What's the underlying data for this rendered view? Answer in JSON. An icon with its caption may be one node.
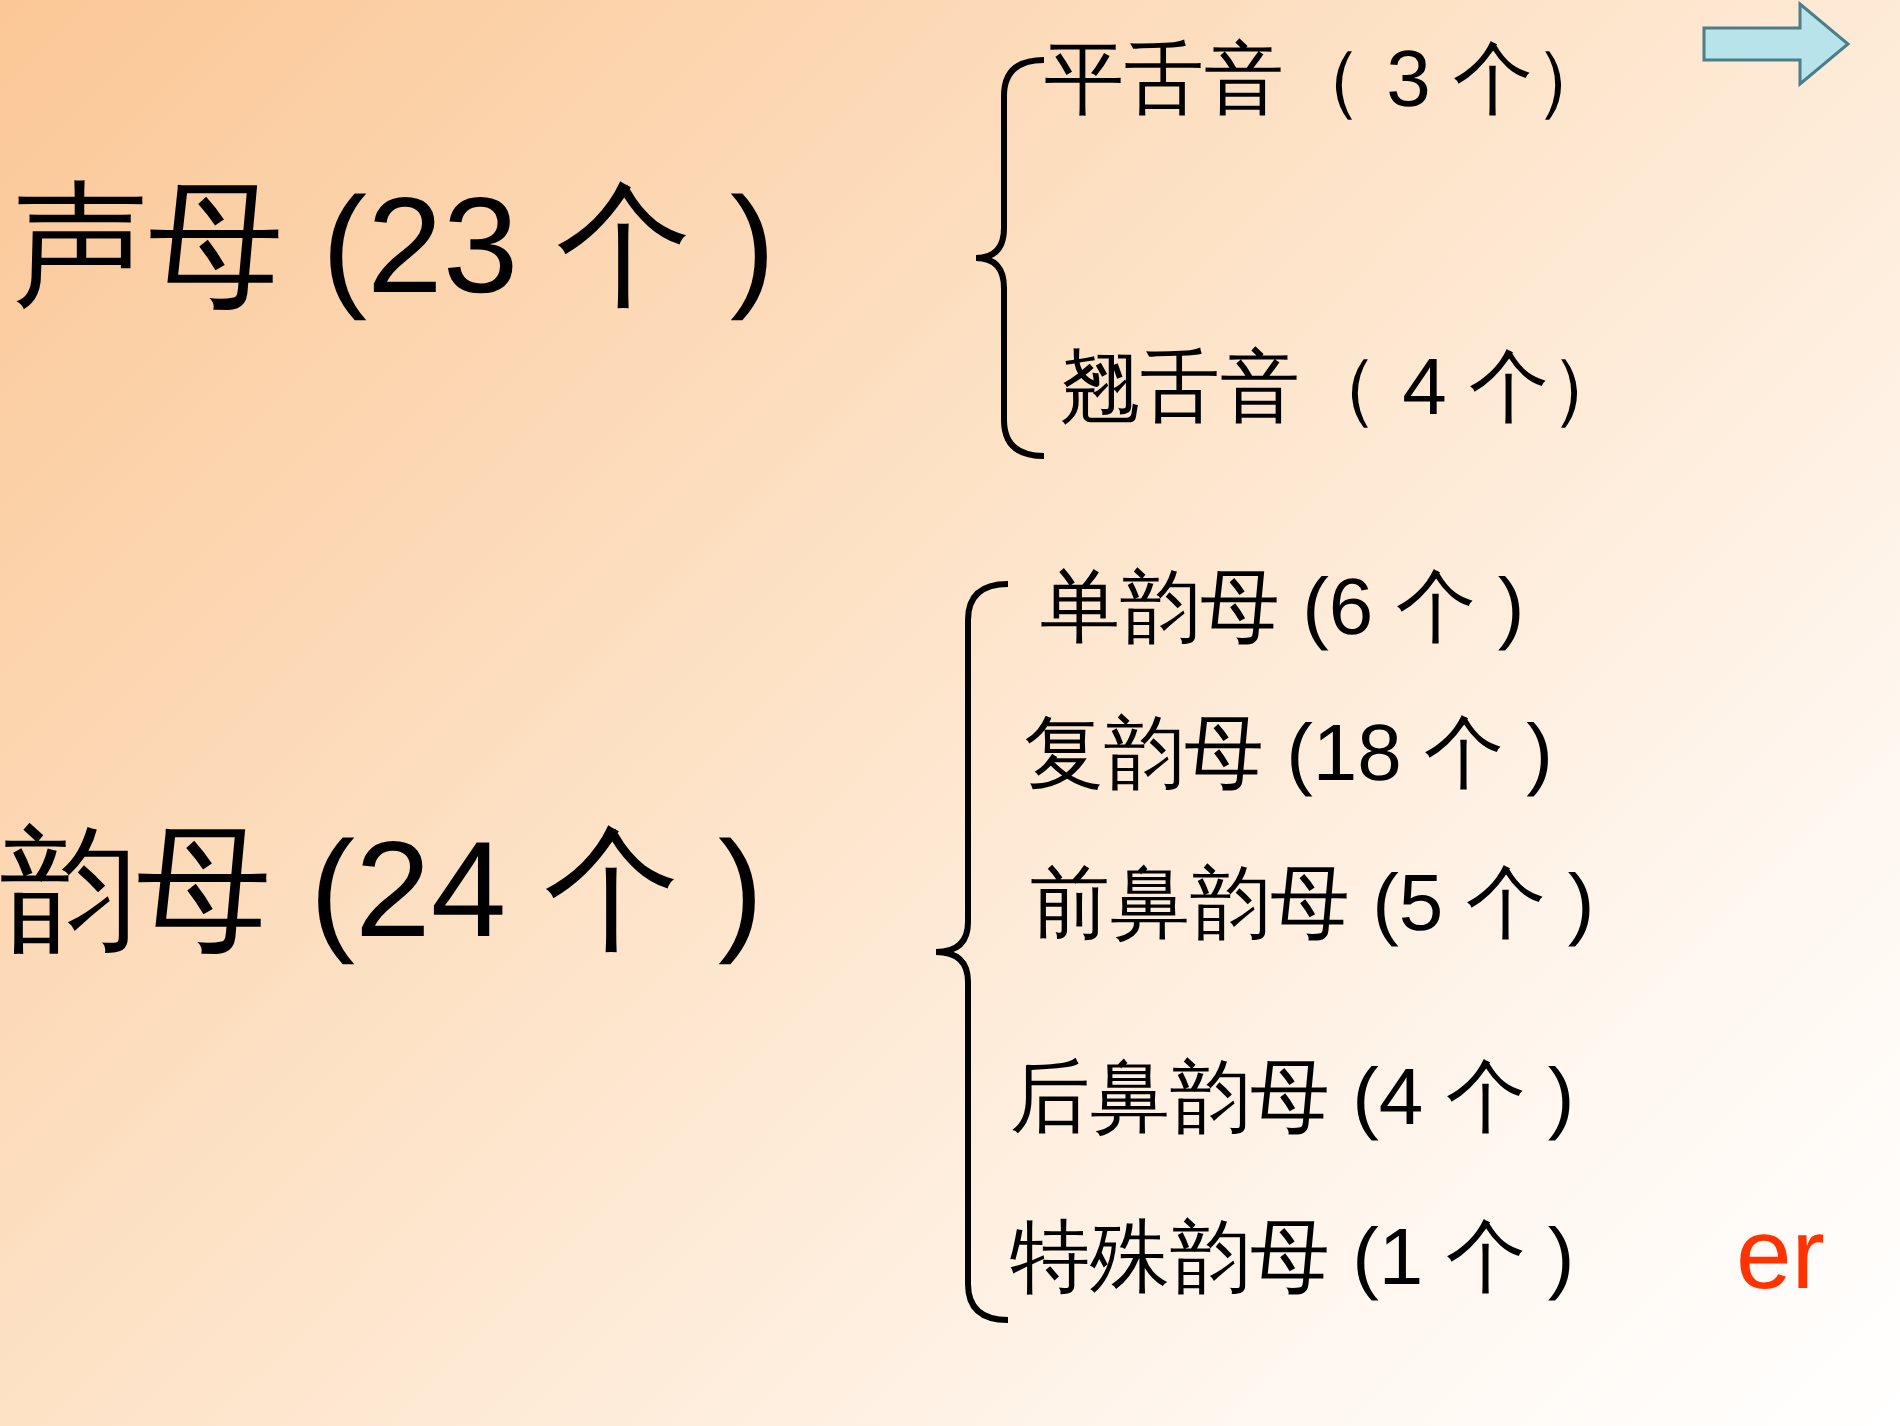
{
  "diagram": {
    "labels": [
      "声母 (23 个 )",
      "平舌音（ 3 个）",
      "翘舌音（ 4 个）",
      "韵母 (24 个 )",
      "单韵母 (6 个 )",
      "复韵母 (18 个 )",
      "前鼻韵母 (5 个 )",
      "后鼻韵母 (4 个 )",
      "特殊韵母 (1 个 )",
      "er"
    ]
  }
}
